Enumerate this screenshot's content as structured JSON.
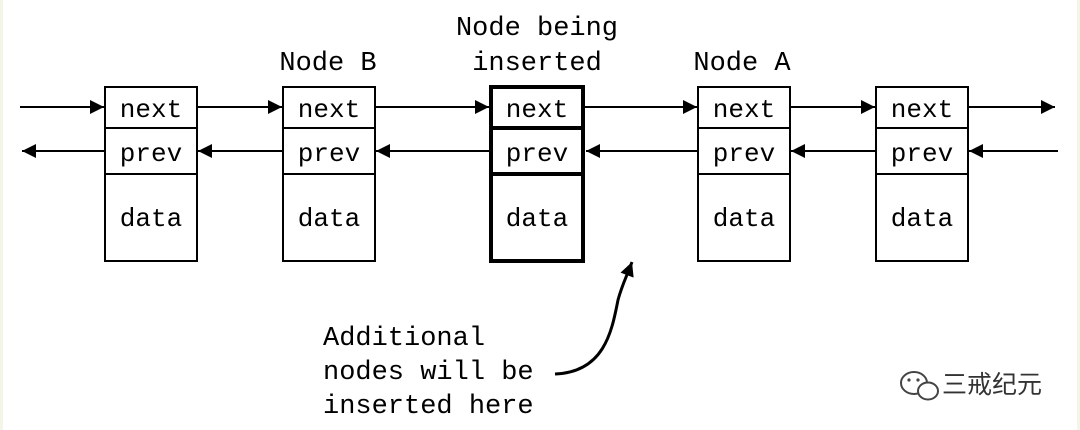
{
  "labels": {
    "node_b": "Node B",
    "node_inserted_line1": "Node being",
    "node_inserted_line2": "inserted",
    "node_a": "Node A"
  },
  "fields": {
    "next": "next",
    "prev": "prev",
    "data": "data"
  },
  "nodes": [
    {
      "id": "node-1",
      "highlighted": false
    },
    {
      "id": "node-b",
      "highlighted": false
    },
    {
      "id": "node-inserted",
      "highlighted": true
    },
    {
      "id": "node-a",
      "highlighted": false
    },
    {
      "id": "node-5",
      "highlighted": false
    }
  ],
  "annotation": {
    "line1": "Additional",
    "line2": "nodes will be",
    "line3": "inserted here"
  },
  "watermark": {
    "text": "三戒纪元",
    "icon": "wechat-icon"
  },
  "colors": {
    "stroke": "#000000",
    "background": "#ffffff",
    "edge": "#f3f6e6"
  }
}
